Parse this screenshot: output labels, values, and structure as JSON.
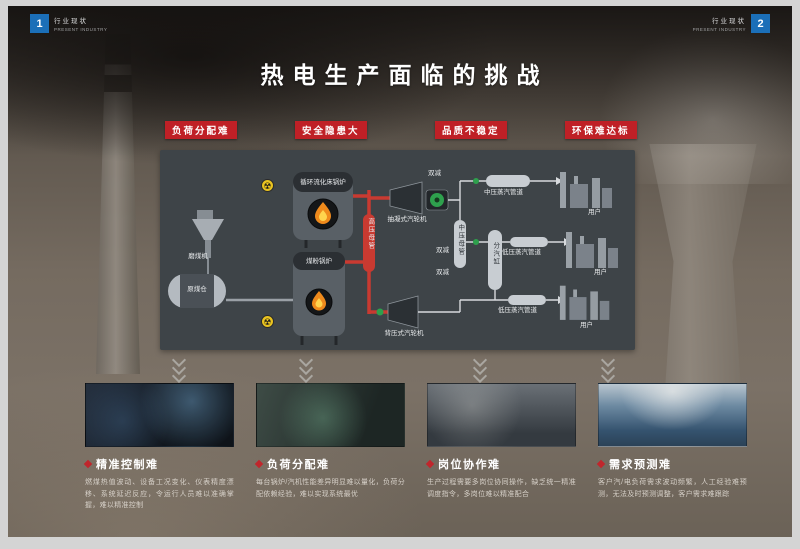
{
  "header": {
    "left_tab": {
      "number": "1",
      "title": "行业现状",
      "subtitle": "PRESENT INDUSTRY"
    },
    "right_tab": {
      "number": "2",
      "title": "行业现状",
      "subtitle": "PRESENT INDUSTRY"
    },
    "title": "热电生产面临的挑战"
  },
  "badges": [
    {
      "label": "负荷分配难"
    },
    {
      "label": "安全隐患大"
    },
    {
      "label": "品质不稳定"
    },
    {
      "label": "环保难达标"
    }
  ],
  "diagram": {
    "boiler1": "循环流化床锅炉",
    "boiler2": "煤粉锅炉",
    "mill": "磨煤机",
    "bunker": "原煤仓",
    "hp_header": "高压母管",
    "mp_header": "中压母管",
    "distributor": "分汽缸",
    "turbine_top": "抽凝式汽轮机",
    "turbine_bottom": "背压式汽轮机",
    "reduce1": "双减",
    "reduce2": "双减",
    "reduce3": "双减",
    "pipe_mp": "中压蒸汽管道",
    "pipe_lp1": "低压蒸汽管道",
    "pipe_lp2": "低压蒸汽管道",
    "user1": "用户",
    "user2": "用户",
    "user3": "用户"
  },
  "icons": {
    "radiation": "☢"
  },
  "cards": [
    {
      "title": "精准控制难",
      "body": "燃煤热值波动、设备工况变化、仪表精度漂移、系统延迟反应，令运行人员难以准确掌握，难以精准控制"
    },
    {
      "title": "负荷分配难",
      "body": "每台锅炉/汽机性能差异明显难以量化，负荷分配依赖经验，难以实现系统最优"
    },
    {
      "title": "岗位协作难",
      "body": "生产过程需要多岗位协同操作，缺乏统一精准调度指令，多岗位难以精准配合"
    },
    {
      "title": "需求预测难",
      "body": "客户汽/电负荷需求波动频繁，人工经验难预测，无法及时预测调整，客户需求难跟踪"
    }
  ],
  "colors": {
    "accent_blue": "#1b6fb8",
    "badge_red": "#bf2026",
    "pipe_red": "#c93a31",
    "valve_green": "#2ea04d",
    "panel_gray": "#3e4448"
  }
}
